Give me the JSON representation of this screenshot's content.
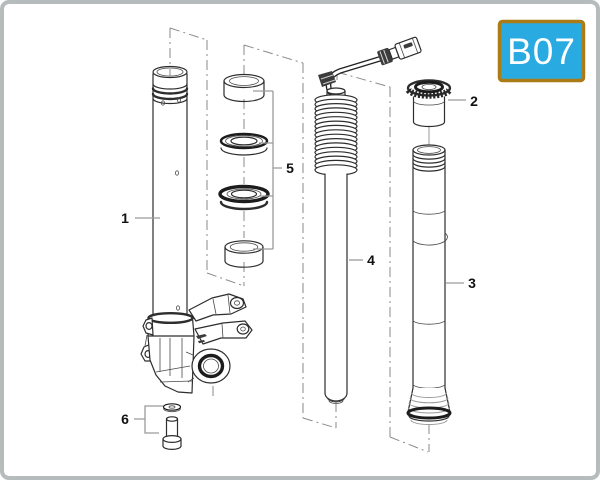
{
  "badge": {
    "text": "B07",
    "bg": "#29abe2",
    "border": "#ab7b15",
    "text_color": "#ffffff"
  },
  "colors": {
    "ink": "#2d2d2d",
    "leader": "#9b9b9b",
    "centerline": "#8a8a8a",
    "frame": "#b6bbbb",
    "background": "#ffffff"
  },
  "labels": [
    {
      "text": "1"
    },
    {
      "text": "2"
    },
    {
      "text": "3"
    },
    {
      "text": "4"
    },
    {
      "text": "5"
    },
    {
      "text": "6"
    }
  ]
}
